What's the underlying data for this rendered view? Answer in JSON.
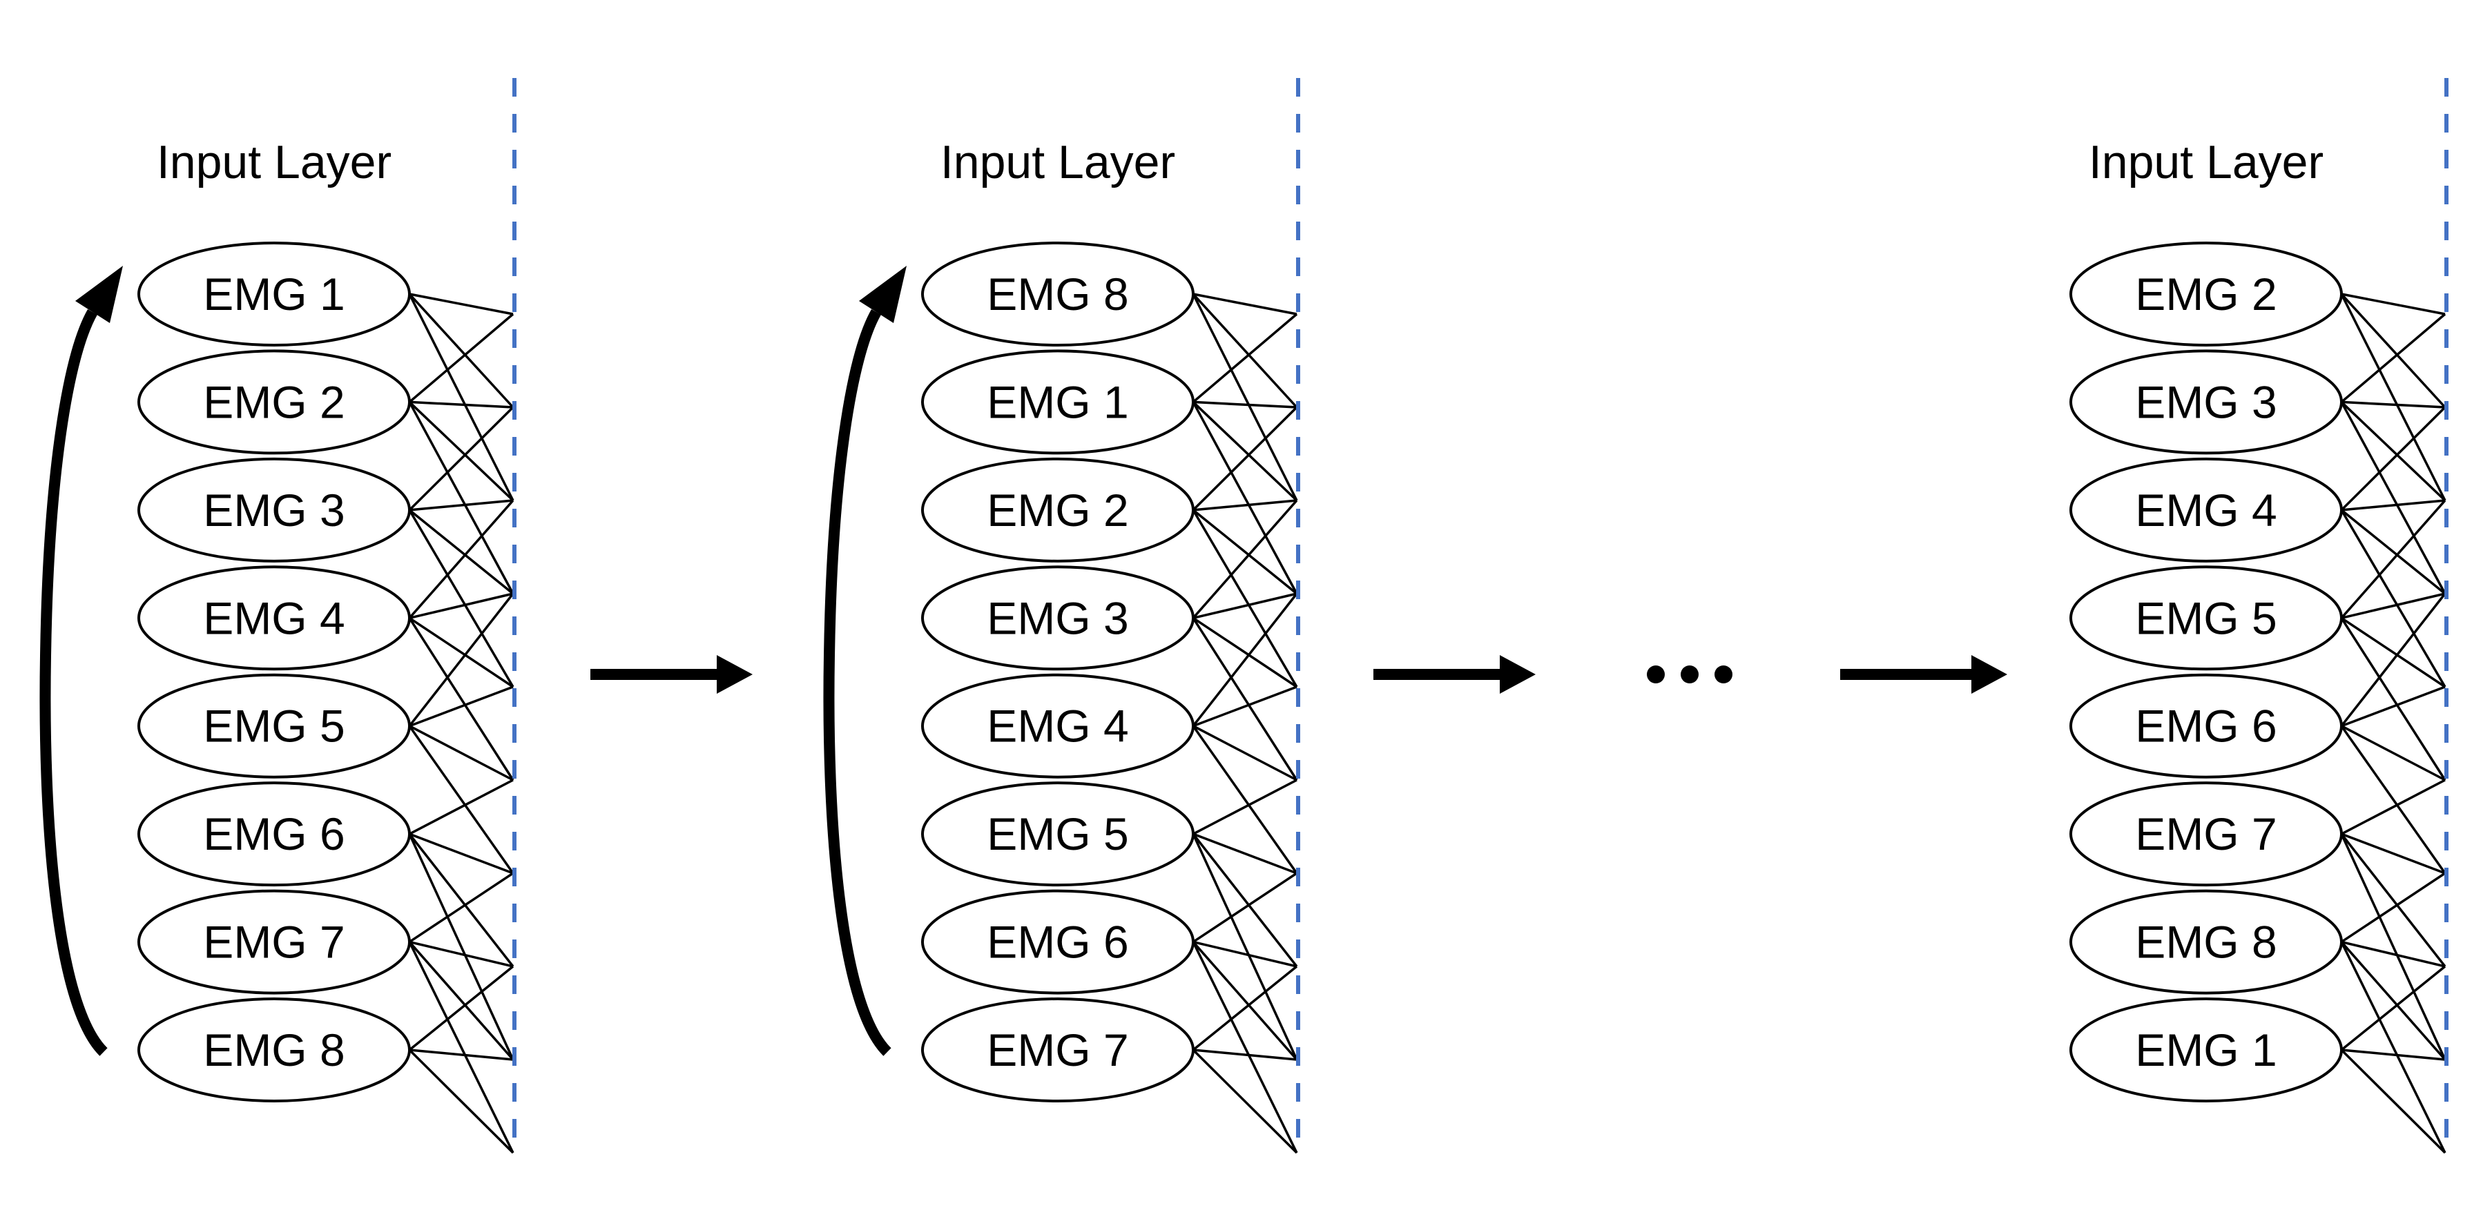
{
  "figure": {
    "description": "Rotating EMG input layer diagram",
    "colors": {
      "background": "#ffffff",
      "stroke": "#000000",
      "boundary_dash": "#4472C4"
    },
    "panels": [
      {
        "title": "Input Layer",
        "nodes": [
          "EMG 1",
          "EMG 2",
          "EMG 3",
          "EMG 4",
          "EMG 5",
          "EMG 6",
          "EMG 7",
          "EMG 8"
        ],
        "recurrent_arrow": true
      },
      {
        "title": "Input Layer",
        "nodes": [
          "EMG 8",
          "EMG 1",
          "EMG 2",
          "EMG 3",
          "EMG 4",
          "EMG 5",
          "EMG 6",
          "EMG 7"
        ],
        "recurrent_arrow": true
      },
      {
        "title": "Input Layer",
        "nodes": [
          "EMG 2",
          "EMG 3",
          "EMG 4",
          "EMG 5",
          "EMG 6",
          "EMG 7",
          "EMG 8",
          "EMG 1"
        ],
        "recurrent_arrow": false
      }
    ],
    "flow_arrows": 3,
    "ellipsis_dots": 3
  }
}
